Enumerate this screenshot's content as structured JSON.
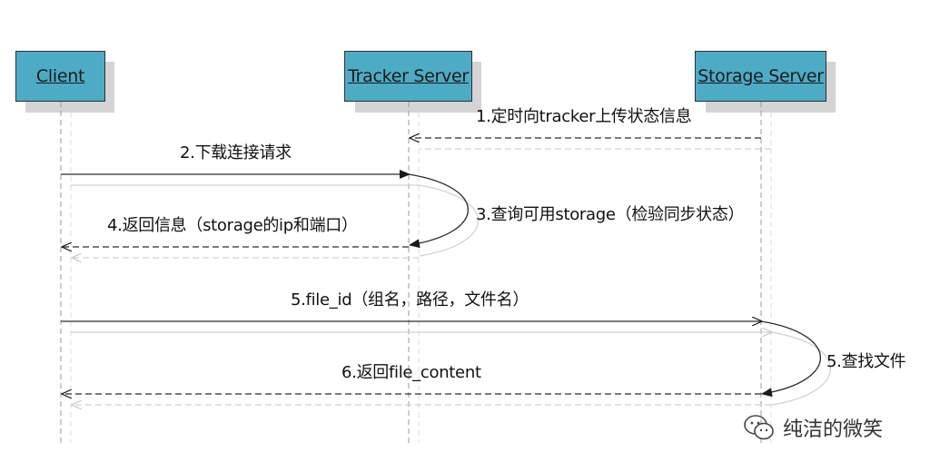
{
  "actors": {
    "client": "Client",
    "tracker": "Tracker Server",
    "storage": "Storage Server"
  },
  "messages": {
    "m1": "1.定时向tracker上传状态信息",
    "m2": "2.下载连接请求",
    "m3": "3.查询可用storage（检验同步状态）",
    "m4": "4.返回信息（storage的ip和端口）",
    "m5": "5.file_id（组名，路径，文件名）",
    "m5b": "5.查找文件",
    "m6": "6.返回file_content"
  },
  "watermark": "纯洁的微笑",
  "colors": {
    "actor_fill": "#4eabc6",
    "line": "#2b2b2b",
    "lifeline": "#9a9a9a"
  }
}
